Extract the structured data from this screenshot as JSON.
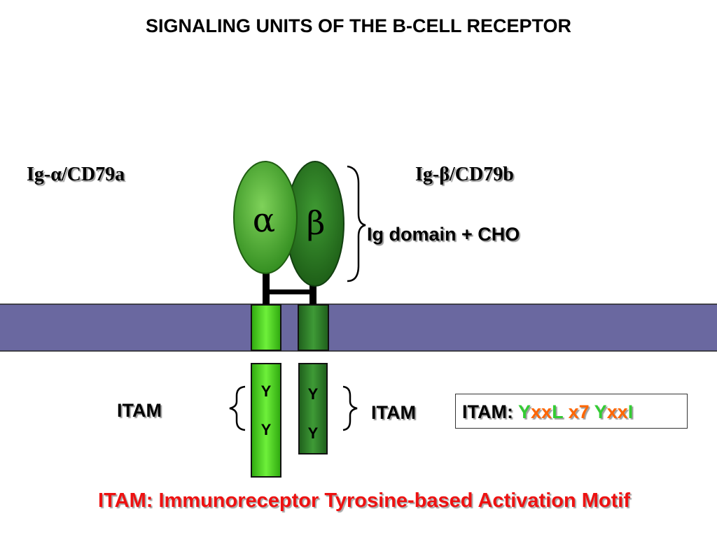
{
  "title": "SIGNALING UNITS OF THE B-CELL RECEPTOR",
  "labels": {
    "ig_alpha": "Ig-α/CD79a",
    "ig_beta": "Ig-β/CD79b",
    "ig_domain": "Ig domain + CHO",
    "itam_left": "ITAM",
    "itam_right": "ITAM"
  },
  "domains": {
    "alpha_symbol": "α",
    "beta_symbol": "β"
  },
  "tyrosines": {
    "alpha": [
      "Y",
      "Y"
    ],
    "beta": [
      "Y",
      "Y"
    ]
  },
  "motif": {
    "prefix": "ITAM:",
    "parts": [
      {
        "text": "Y",
        "color": "green"
      },
      {
        "text": "xx",
        "color": "orange"
      },
      {
        "text": "L",
        "color": "green"
      },
      {
        "text": " x7 ",
        "color": "orange"
      },
      {
        "text": "Y",
        "color": "green"
      },
      {
        "text": "xx",
        "color": "orange"
      },
      {
        "text": "I",
        "color": "green"
      }
    ]
  },
  "footer": "ITAM: Immunoreceptor Tyrosine-based Activation Motif",
  "colors": {
    "membrane": "#6a68a0",
    "alpha_domain": "#4ea92b",
    "beta_domain": "#2e7a26",
    "alpha_tail": "#4cd41e",
    "beta_tail": "#2f7d2b",
    "footer_text": "#ee1111",
    "motif_green": "#33cc33",
    "motif_orange": "#ff6600"
  }
}
